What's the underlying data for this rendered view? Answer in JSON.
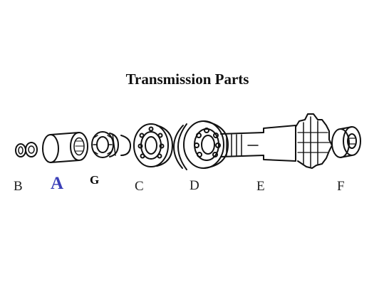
{
  "title": "Transmission Parts",
  "labels": {
    "b": "B",
    "a": "A",
    "g": "G",
    "c": "C",
    "d": "D",
    "e": "E",
    "f": "F"
  },
  "colors": {
    "label_a": "#3b3fb8",
    "line": "#111111",
    "background": "#ffffff"
  }
}
